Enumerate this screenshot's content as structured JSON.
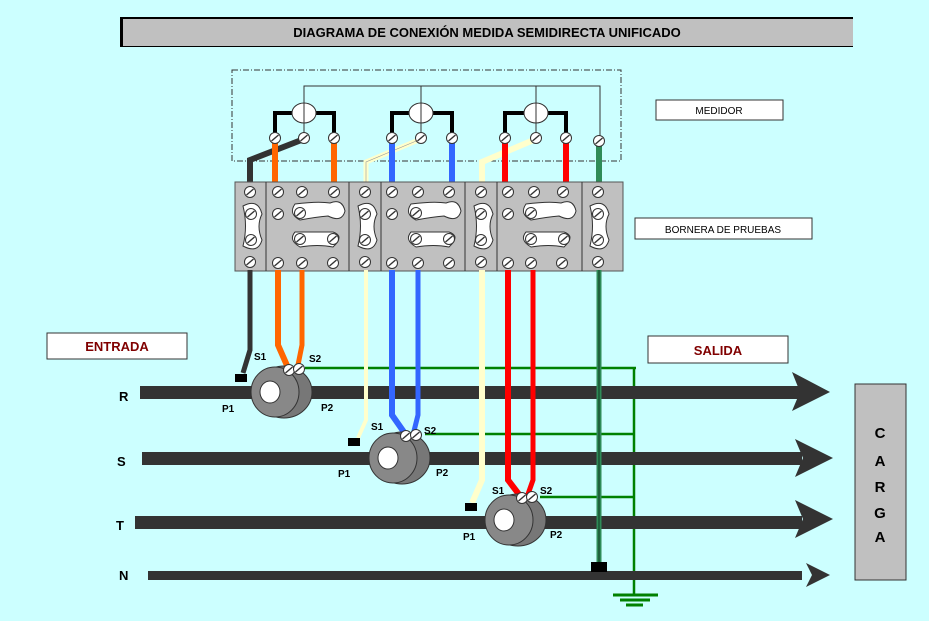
{
  "title": "DIAGRAMA DE CONEXIÓN MEDIDA SEMIDIRECTA UNIFICADO",
  "labels": {
    "meter": "MEDIDOR",
    "test_block": "BORNERA DE PRUEBAS",
    "input": "ENTRADA",
    "output": "SALIDA",
    "load": [
      "C",
      "A",
      "R",
      "G",
      "A"
    ]
  },
  "phases": [
    {
      "name": "R",
      "ct": {
        "s1": "S1",
        "s2": "S2",
        "p1": "P1",
        "p2": "P2"
      },
      "wire_color": "#ff6600"
    },
    {
      "name": "S",
      "ct": {
        "s1": "S1",
        "s2": "S2",
        "p1": "P1",
        "p2": "P2"
      },
      "wire_color": "#3366ff"
    },
    {
      "name": "T",
      "ct": {
        "s1": "S1",
        "s2": "S2",
        "p1": "P1",
        "p2": "P2"
      },
      "wire_color": "#ff0000"
    },
    {
      "name": "N"
    }
  ],
  "colors": {
    "background": "#ccffff",
    "busbar": "#333333",
    "ground": "#008000",
    "neutral_wire": "#2e8b57",
    "voltage_wire_R": "#333333",
    "voltage_wire_ST": "#ffffcc",
    "label_text": "#800000"
  }
}
